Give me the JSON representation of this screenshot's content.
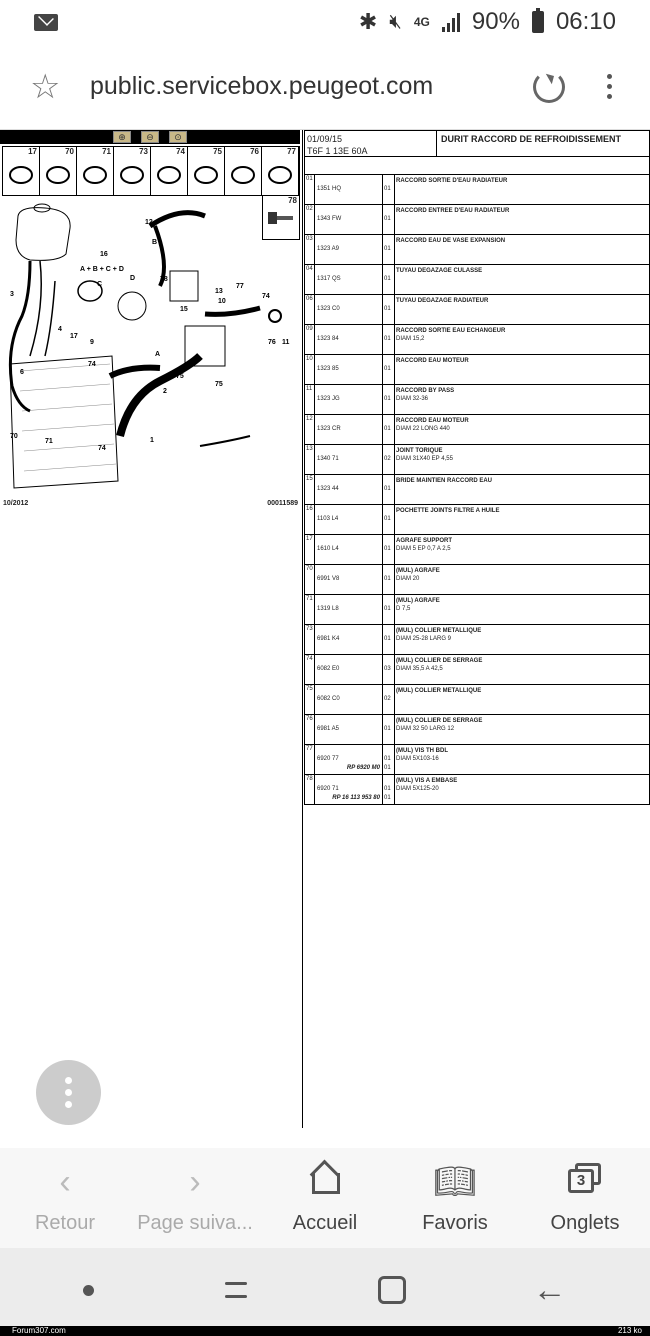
{
  "status_bar": {
    "network": "4G",
    "battery": "90%",
    "time": "06:10"
  },
  "browser": {
    "url": "public.servicebox.peugeot.com"
  },
  "diagram": {
    "part_numbers_top": [
      "17",
      "70",
      "71",
      "73",
      "74",
      "75",
      "76",
      "77"
    ],
    "extra_part_number": "78",
    "callouts": [
      "12",
      "B",
      "16",
      "A + B + C + D",
      "D",
      "78",
      "13",
      "10",
      "77",
      "74",
      "15",
      "C",
      "3",
      "4",
      "17",
      "9",
      "A",
      "6",
      "74",
      "75",
      "2",
      "75",
      "76",
      "11",
      "70",
      "71",
      "74",
      "1"
    ],
    "date": "10/2012",
    "code": "00011589"
  },
  "table": {
    "header_date": "01/09/15",
    "header_ref": "T6F 1 13E 60A",
    "header_title": "DURIT RACCORD DE REFROIDISSEMENT",
    "rows": [
      {
        "idx": "01",
        "ref": "1351 HQ",
        "ref2": "",
        "qty": "01",
        "qty2": "",
        "desc": "RACCORD SORTIE D'EAU RADIATEUR",
        "desc2": ""
      },
      {
        "idx": "02",
        "ref": "1343 FW",
        "ref2": "",
        "qty": "01",
        "qty2": "",
        "desc": "RACCORD ENTREE D'EAU RADIATEUR",
        "desc2": ""
      },
      {
        "idx": "03",
        "ref": "1323 A9",
        "ref2": "",
        "qty": "01",
        "qty2": "",
        "desc": "RACCORD EAU DE VASE EXPANSION",
        "desc2": ""
      },
      {
        "idx": "04",
        "ref": "1317 QS",
        "ref2": "",
        "qty": "01",
        "qty2": "",
        "desc": "TUYAU DEGAZAGE CULASSE",
        "desc2": ""
      },
      {
        "idx": "06",
        "ref": "1323 C0",
        "ref2": "",
        "qty": "01",
        "qty2": "",
        "desc": "TUYAU DEGAZAGE RADIATEUR",
        "desc2": ""
      },
      {
        "idx": "09",
        "ref": "1323 84",
        "ref2": "",
        "qty": "01",
        "qty2": "",
        "desc": "RACCORD SORTIE EAU ECHANGEUR",
        "desc2": "DIAM 15,2"
      },
      {
        "idx": "10",
        "ref": "1323 85",
        "ref2": "",
        "qty": "01",
        "qty2": "",
        "desc": "RACCORD EAU MOTEUR",
        "desc2": ""
      },
      {
        "idx": "11",
        "ref": "1323 JG",
        "ref2": "",
        "qty": "01",
        "qty2": "",
        "desc": "RACCORD BY PASS",
        "desc2": "DIAM 32-36"
      },
      {
        "idx": "12",
        "ref": "1323 CR",
        "ref2": "",
        "qty": "01",
        "qty2": "",
        "desc": "RACCORD EAU MOTEUR",
        "desc2": "DIAM 22 LONG 440"
      },
      {
        "idx": "13",
        "ref": "1340 71",
        "ref2": "",
        "qty": "02",
        "qty2": "",
        "desc": "JOINT TORIQUE",
        "desc2": "DIAM 31X40 EP 4,55"
      },
      {
        "idx": "15",
        "ref": "1323 44",
        "ref2": "",
        "qty": "01",
        "qty2": "",
        "desc": "BRIDE MAINTIEN RACCORD EAU",
        "desc2": ""
      },
      {
        "idx": "16",
        "ref": "1103 L4",
        "ref2": "",
        "qty": "01",
        "qty2": "",
        "desc": "POCHETTE JOINTS FILTRE A HUILE",
        "desc2": ""
      },
      {
        "idx": "17",
        "ref": "1610 L4",
        "ref2": "",
        "qty": "01",
        "qty2": "",
        "desc": "AGRAFE SUPPORT",
        "desc2": "DIAM 5 EP 0,7 A 2,5"
      },
      {
        "idx": "70",
        "ref": "6991 V8",
        "ref2": "",
        "qty": "01",
        "qty2": "",
        "desc": "(MUL) AGRAFE",
        "desc2": "DIAM 20"
      },
      {
        "idx": "71",
        "ref": "1319 L8",
        "ref2": "",
        "qty": "01",
        "qty2": "",
        "desc": "(MUL) AGRAFE",
        "desc2": "D 7,5"
      },
      {
        "idx": "73",
        "ref": "6981 K4",
        "ref2": "",
        "qty": "01",
        "qty2": "",
        "desc": "(MUL) COLLIER METALLIQUE",
        "desc2": "DIAM 25-28 LARG 9"
      },
      {
        "idx": "74",
        "ref": "6082 E0",
        "ref2": "",
        "qty": "03",
        "qty2": "",
        "desc": "(MUL) COLLIER DE SERRAGE",
        "desc2": "DIAM 35,5 A 42,5"
      },
      {
        "idx": "75",
        "ref": "6082 C0",
        "ref2": "",
        "qty": "02",
        "qty2": "",
        "desc": "(MUL) COLLIER METALLIQUE",
        "desc2": ""
      },
      {
        "idx": "76",
        "ref": "6981 A5",
        "ref2": "",
        "qty": "01",
        "qty2": "",
        "desc": "(MUL) COLLIER DE SERRAGE",
        "desc2": "DIAM 32 50 LARG 12"
      },
      {
        "idx": "77",
        "ref": "6920 77",
        "ref2": "RP 6920 M0",
        "qty": "01",
        "qty2": "01",
        "desc": "(MUL) VIS TH BDL",
        "desc2": "DIAM 5X103-16"
      },
      {
        "idx": "78",
        "ref": "6920 71",
        "ref2": "RP 16 113 953 80",
        "qty": "01",
        "qty2": "01",
        "desc": "(MUL) VIS A EMBASE",
        "desc2": "DIAM 5X125-20"
      }
    ]
  },
  "bottom_nav": {
    "back_label": "Retour",
    "forward_label": "Page suiva...",
    "home_label": "Accueil",
    "bookmarks_label": "Favoris",
    "tabs_label": "Onglets",
    "tabs_count": "3"
  },
  "footer": {
    "left": "Forum307.com",
    "right": "213 ko"
  }
}
